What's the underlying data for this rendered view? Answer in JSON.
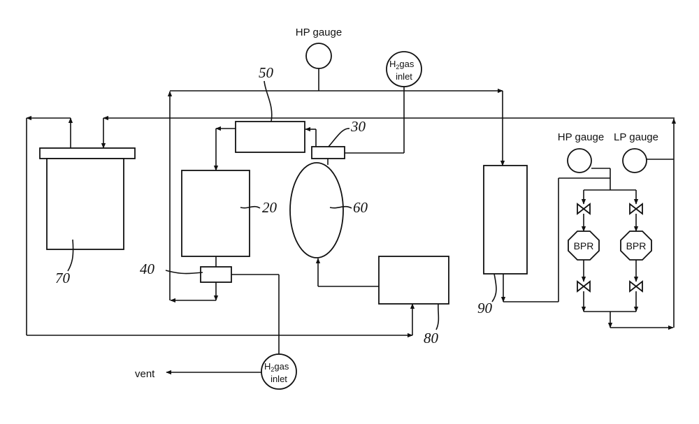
{
  "labels": {
    "hp_gauge_top": "HP gauge",
    "hp_gauge_right": "HP gauge",
    "lp_gauge": "LP gauge",
    "vent": "vent",
    "h2_inlet_top": {
      "h": "H",
      "sub": "2",
      "gas": "gas",
      "inlet": "inlet"
    },
    "h2_inlet_bottom": {
      "h": "H",
      "sub": "2",
      "gas": "gas",
      "inlet": "inlet"
    },
    "bpr_left": "BPR",
    "bpr_right": "BPR"
  },
  "reference_numerals": {
    "n20": "20",
    "n30": "30",
    "n40": "40",
    "n50": "50",
    "n60": "60",
    "n70": "70",
    "n80": "80",
    "n90": "90"
  }
}
